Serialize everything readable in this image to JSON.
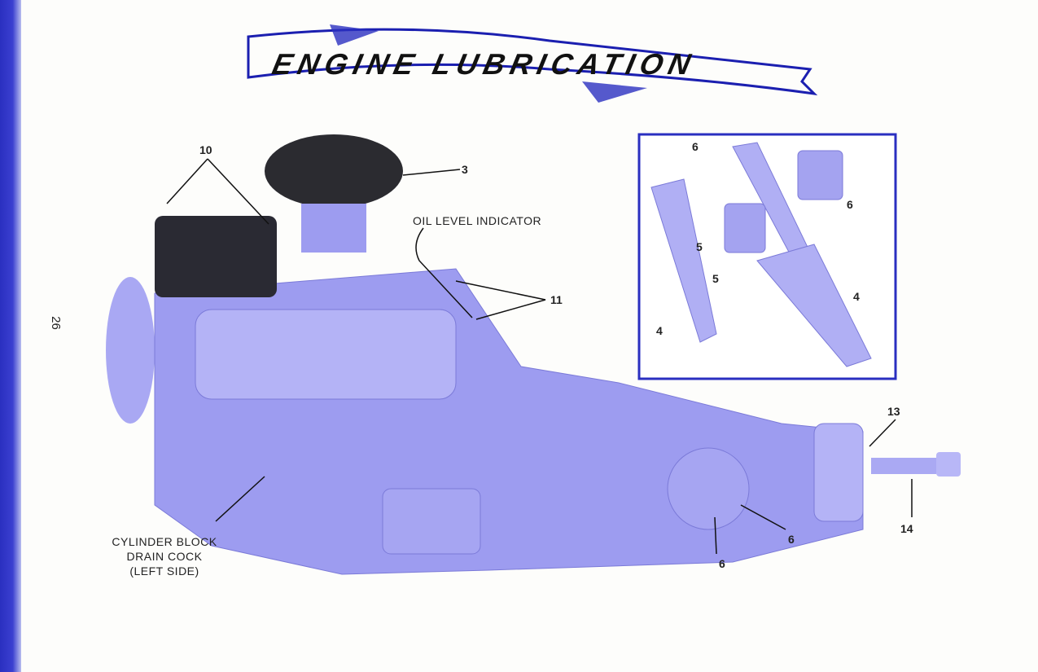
{
  "page": {
    "number": "26",
    "title": "ENGINE LUBRICATION"
  },
  "callouts": {
    "c10": "10",
    "c3": "3",
    "oil_level": "OIL LEVEL INDICATOR",
    "c11": "11",
    "drain_line1": "CYLINDER BLOCK",
    "drain_line2": "DRAIN COCK",
    "drain_line3": "(LEFT SIDE)",
    "c13": "13",
    "c14": "14",
    "c6a": "6",
    "c6b": "6",
    "inset_6a": "6",
    "inset_6b": "6",
    "inset_5a": "5",
    "inset_5b": "5",
    "inset_4a": "4",
    "inset_4b": "4"
  },
  "colors": {
    "edge": "#2a2fc0",
    "engine": "#9d9cf0",
    "ink": "#1b1fb0"
  }
}
